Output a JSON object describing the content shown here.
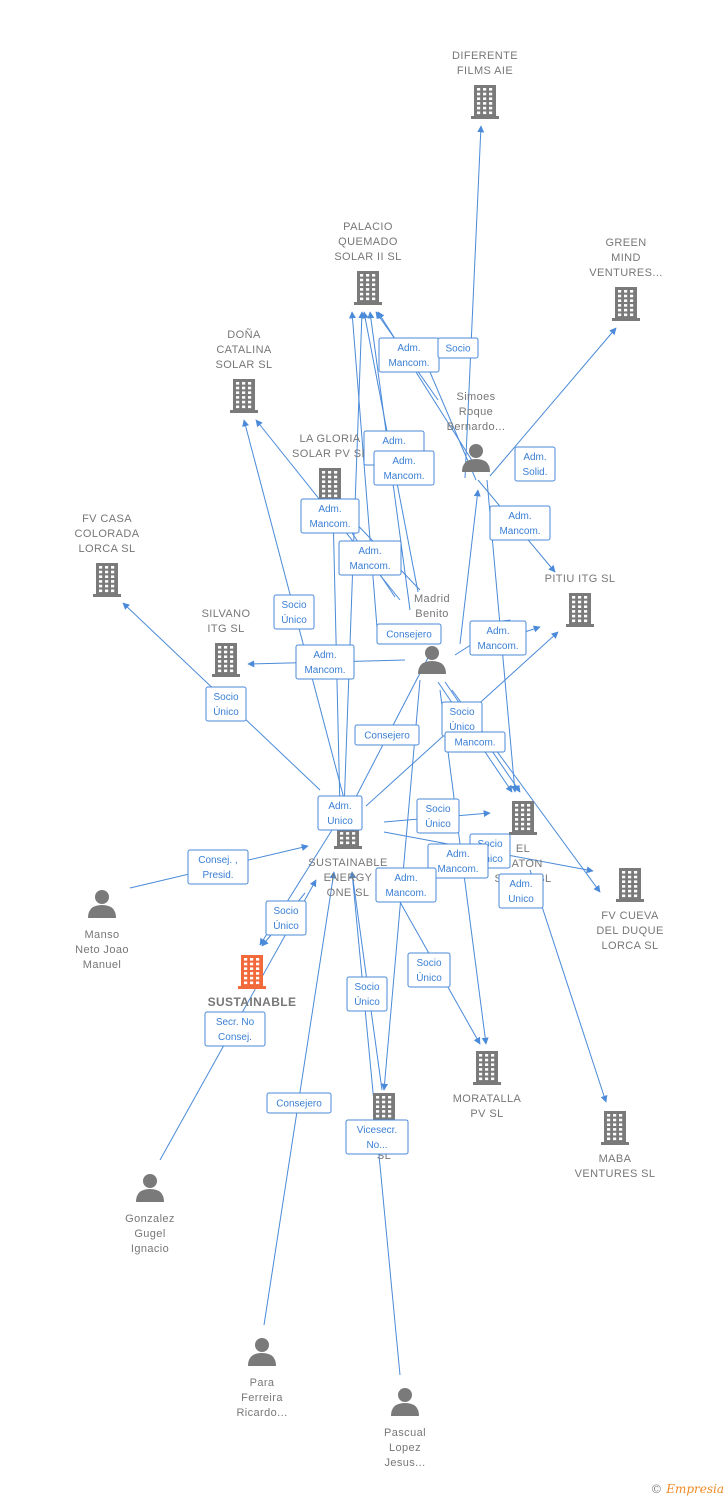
{
  "colors": {
    "edge": "#4a8ad8",
    "node": "#7a7a7a",
    "focus": "#f26a3c",
    "box_border": "#4a8ad8",
    "box_text": "#3a7fd5"
  },
  "nodes": [
    {
      "id": "diferente",
      "type": "company",
      "icon": "building-icon",
      "lines": [
        "DIFERENTE",
        "FILMS  AIE"
      ]
    },
    {
      "id": "palacio",
      "type": "company",
      "icon": "building-icon",
      "lines": [
        "PALACIO",
        "QUEMADO",
        "SOLAR II  SL"
      ]
    },
    {
      "id": "green",
      "type": "company",
      "icon": "building-icon",
      "lines": [
        "GREEN",
        "MIND",
        "VENTURES..."
      ]
    },
    {
      "id": "dona",
      "type": "company",
      "icon": "building-icon",
      "lines": [
        "DOÑA",
        "CATALINA",
        "SOLAR  SL"
      ]
    },
    {
      "id": "simoes",
      "type": "person",
      "icon": "person-icon",
      "lines": [
        "Simoes",
        "Roque",
        "Bernardo..."
      ]
    },
    {
      "id": "gloria",
      "type": "company",
      "icon": "building-icon",
      "lines": [
        "LA GLORIA",
        "SOLAR PV  SL"
      ]
    },
    {
      "id": "fvcasa",
      "type": "company",
      "icon": "building-icon",
      "lines": [
        "FV CASA",
        "COLORADA",
        "LORCA SL"
      ]
    },
    {
      "id": "pitiu",
      "type": "company",
      "icon": "building-icon",
      "lines": [
        "PITIU ITG  SL"
      ]
    },
    {
      "id": "madrid",
      "type": "person",
      "icon": "person-icon",
      "lines": [
        "Madrid",
        "Benito",
        "..."
      ]
    },
    {
      "id": "silvano",
      "type": "company",
      "icon": "building-icon",
      "lines": [
        "SILVANO",
        "ITG  SL"
      ]
    },
    {
      "id": "seone",
      "type": "company",
      "icon": "building-icon",
      "lines": [
        "SUSTAINABLE",
        "ENERGY",
        "ONE  SL"
      ]
    },
    {
      "id": "elraton",
      "type": "company",
      "icon": "building-icon",
      "lines": [
        "EL",
        "RATON",
        "SOLAR SL"
      ]
    },
    {
      "id": "fvcueva",
      "type": "company",
      "icon": "building-icon",
      "lines": [
        "FV CUEVA",
        "DEL DUQUE",
        "LORCA SL"
      ]
    },
    {
      "id": "manso",
      "type": "person",
      "icon": "person-icon",
      "lines": [
        "Manso",
        "Neto Joao",
        "Manuel"
      ]
    },
    {
      "id": "sust",
      "type": "focus",
      "icon": "building-icon",
      "lines": [
        "SUSTAINABLE",
        "SL"
      ]
    },
    {
      "id": "moratalla",
      "type": "company",
      "icon": "building-icon",
      "lines": [
        "MORATALLA",
        "PV  SL"
      ]
    },
    {
      "id": "pv",
      "type": "company",
      "icon": "building-icon",
      "lines": [
        "PV",
        "SL"
      ]
    },
    {
      "id": "maba",
      "type": "company",
      "icon": "building-icon",
      "lines": [
        "MABA",
        "VENTURES  SL"
      ]
    },
    {
      "id": "gonzalez",
      "type": "person",
      "icon": "person-icon",
      "lines": [
        "Gonzalez",
        "Gugel",
        "Ignacio"
      ]
    },
    {
      "id": "para",
      "type": "person",
      "icon": "person-icon",
      "lines": [
        "Para",
        "Ferreira",
        "Ricardo..."
      ]
    },
    {
      "id": "pascual",
      "type": "person",
      "icon": "person-icon",
      "lines": [
        "Pascual",
        "Lopez",
        "Jesus..."
      ]
    }
  ],
  "edge_labels": [
    {
      "lines": [
        "Adm.",
        "Mancom."
      ]
    },
    {
      "lines": [
        "Socio"
      ]
    },
    {
      "lines": [
        "Adm.",
        "Mancom."
      ]
    },
    {
      "lines": [
        "Adm.",
        "Mancom."
      ]
    },
    {
      "lines": [
        "Adm.",
        "Solid."
      ]
    },
    {
      "lines": [
        "Adm.",
        "Mancom."
      ]
    },
    {
      "lines": [
        "Adm.",
        "Mancom."
      ]
    },
    {
      "lines": [
        "Adm.",
        "Mancom."
      ]
    },
    {
      "lines": [
        "Socio",
        "Único"
      ]
    },
    {
      "lines": [
        "Consejero"
      ]
    },
    {
      "lines": [
        "Adm.",
        "Mancom."
      ]
    },
    {
      "lines": [
        "Adm.",
        "Mancom."
      ]
    },
    {
      "lines": [
        "Socio",
        "Único"
      ]
    },
    {
      "lines": [
        "Socio",
        "Único"
      ]
    },
    {
      "lines": [
        "Mancom."
      ]
    },
    {
      "lines": [
        "Consejero"
      ]
    },
    {
      "lines": [
        "Adm.",
        "Unico"
      ]
    },
    {
      "lines": [
        "Socio",
        "Único"
      ]
    },
    {
      "lines": [
        "Socio",
        "Único"
      ]
    },
    {
      "lines": [
        "Adm.",
        "Mancom."
      ]
    },
    {
      "lines": [
        "Consej. ,",
        "Presid."
      ]
    },
    {
      "lines": [
        "Adm.",
        "Mancom."
      ]
    },
    {
      "lines": [
        "Adm.",
        "Unico"
      ]
    },
    {
      "lines": [
        "Socio",
        "Único"
      ]
    },
    {
      "lines": [
        "Socio",
        "Único"
      ]
    },
    {
      "lines": [
        "Socio",
        "Único"
      ]
    },
    {
      "lines": [
        "Secr.  No",
        "Consej."
      ]
    },
    {
      "lines": [
        "Consejero"
      ]
    },
    {
      "lines": [
        "Vicesecr.",
        "No..."
      ]
    }
  ],
  "footer": {
    "copyright": "©",
    "brand": "Empresia"
  }
}
